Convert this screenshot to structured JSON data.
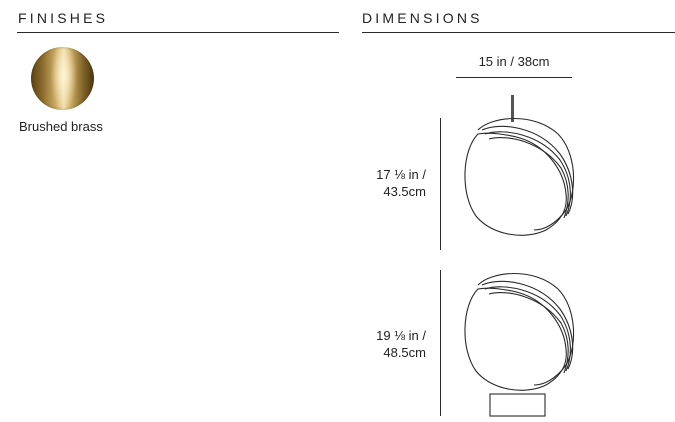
{
  "finishes": {
    "heading": "FINISHES",
    "items": [
      {
        "label": "Brushed brass",
        "color": "#c9a862"
      }
    ]
  },
  "dimensions": {
    "heading": "DIMENSIONS",
    "width_label": "15 in / 38cm",
    "pendant": {
      "height_line1": "17 ⅛ in /",
      "height_line2": "43.5cm"
    },
    "table": {
      "height_line1": "19 ⅛ in /",
      "height_line2": "48.5cm"
    }
  }
}
